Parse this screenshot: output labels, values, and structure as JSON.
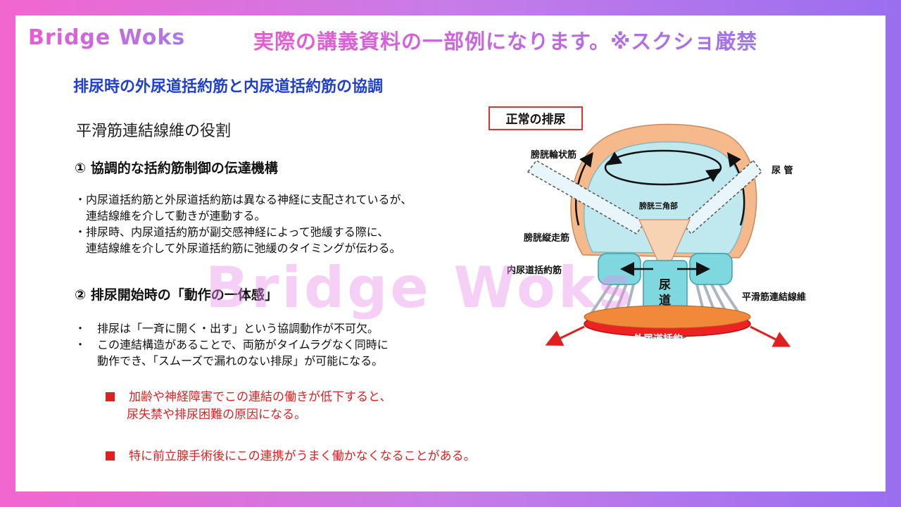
{
  "header": {
    "brand": "Bridge Woks",
    "notice": "実際の講義資料の一部例になります。※スクショ厳禁"
  },
  "slide": {
    "title": "排尿時の外尿道括約筋と内尿道括約筋の協調",
    "subtitle": "平滑筋連結線維の役割",
    "section1": {
      "heading": "① 協調的な括約筋制御の伝達機構",
      "lines": [
        "・内尿道括約筋と外尿道括約筋は異なる神経に支配されているが、",
        "　連結線維を介して動きが連動する。",
        "・排尿時、内尿道括約筋が副交感神経によって弛緩する際に、",
        "　連結線維を介して外尿道括約筋に弛緩のタイミングが伝わる。"
      ]
    },
    "section2": {
      "heading": "② 排尿開始時の「動作の一体感」",
      "lines": [
        "・　排尿は「一斉に開く・出す」という協調動作が不可欠。",
        "・　この連結構造があることで、両筋がタイムラグなく同時に",
        "　　動作でき、「スムーズで漏れのない排尿」が可能になる。"
      ]
    },
    "notes": [
      {
        "line1": "加齢や神経障害でこの連結の働きが低下すると、",
        "line2": "尿失禁や排尿困難の原因になる。"
      },
      {
        "line1": "特に前立腺手術後にこの連携がうまく働かなくなることがある。"
      }
    ],
    "watermark": "Bridge Woks"
  },
  "diagram": {
    "box_title": "正常の排尿",
    "labels": {
      "circular": "膀胱輪状筋",
      "ureter": "尿 管",
      "trigone": "膀胱三角部",
      "longitudinal": "膀胱縦走筋",
      "internal": "内尿道括約筋",
      "urethra_1": "尿",
      "urethra_2": "道",
      "smooth": "平滑筋連結線維",
      "external": "外尿道括約"
    },
    "colors": {
      "outer_wall": "#f6b98b",
      "bladder": "#bfe9ef",
      "trigone": "#f7d2b3",
      "sphincter_red": "#ee2222",
      "title_border": "#e03030"
    }
  }
}
